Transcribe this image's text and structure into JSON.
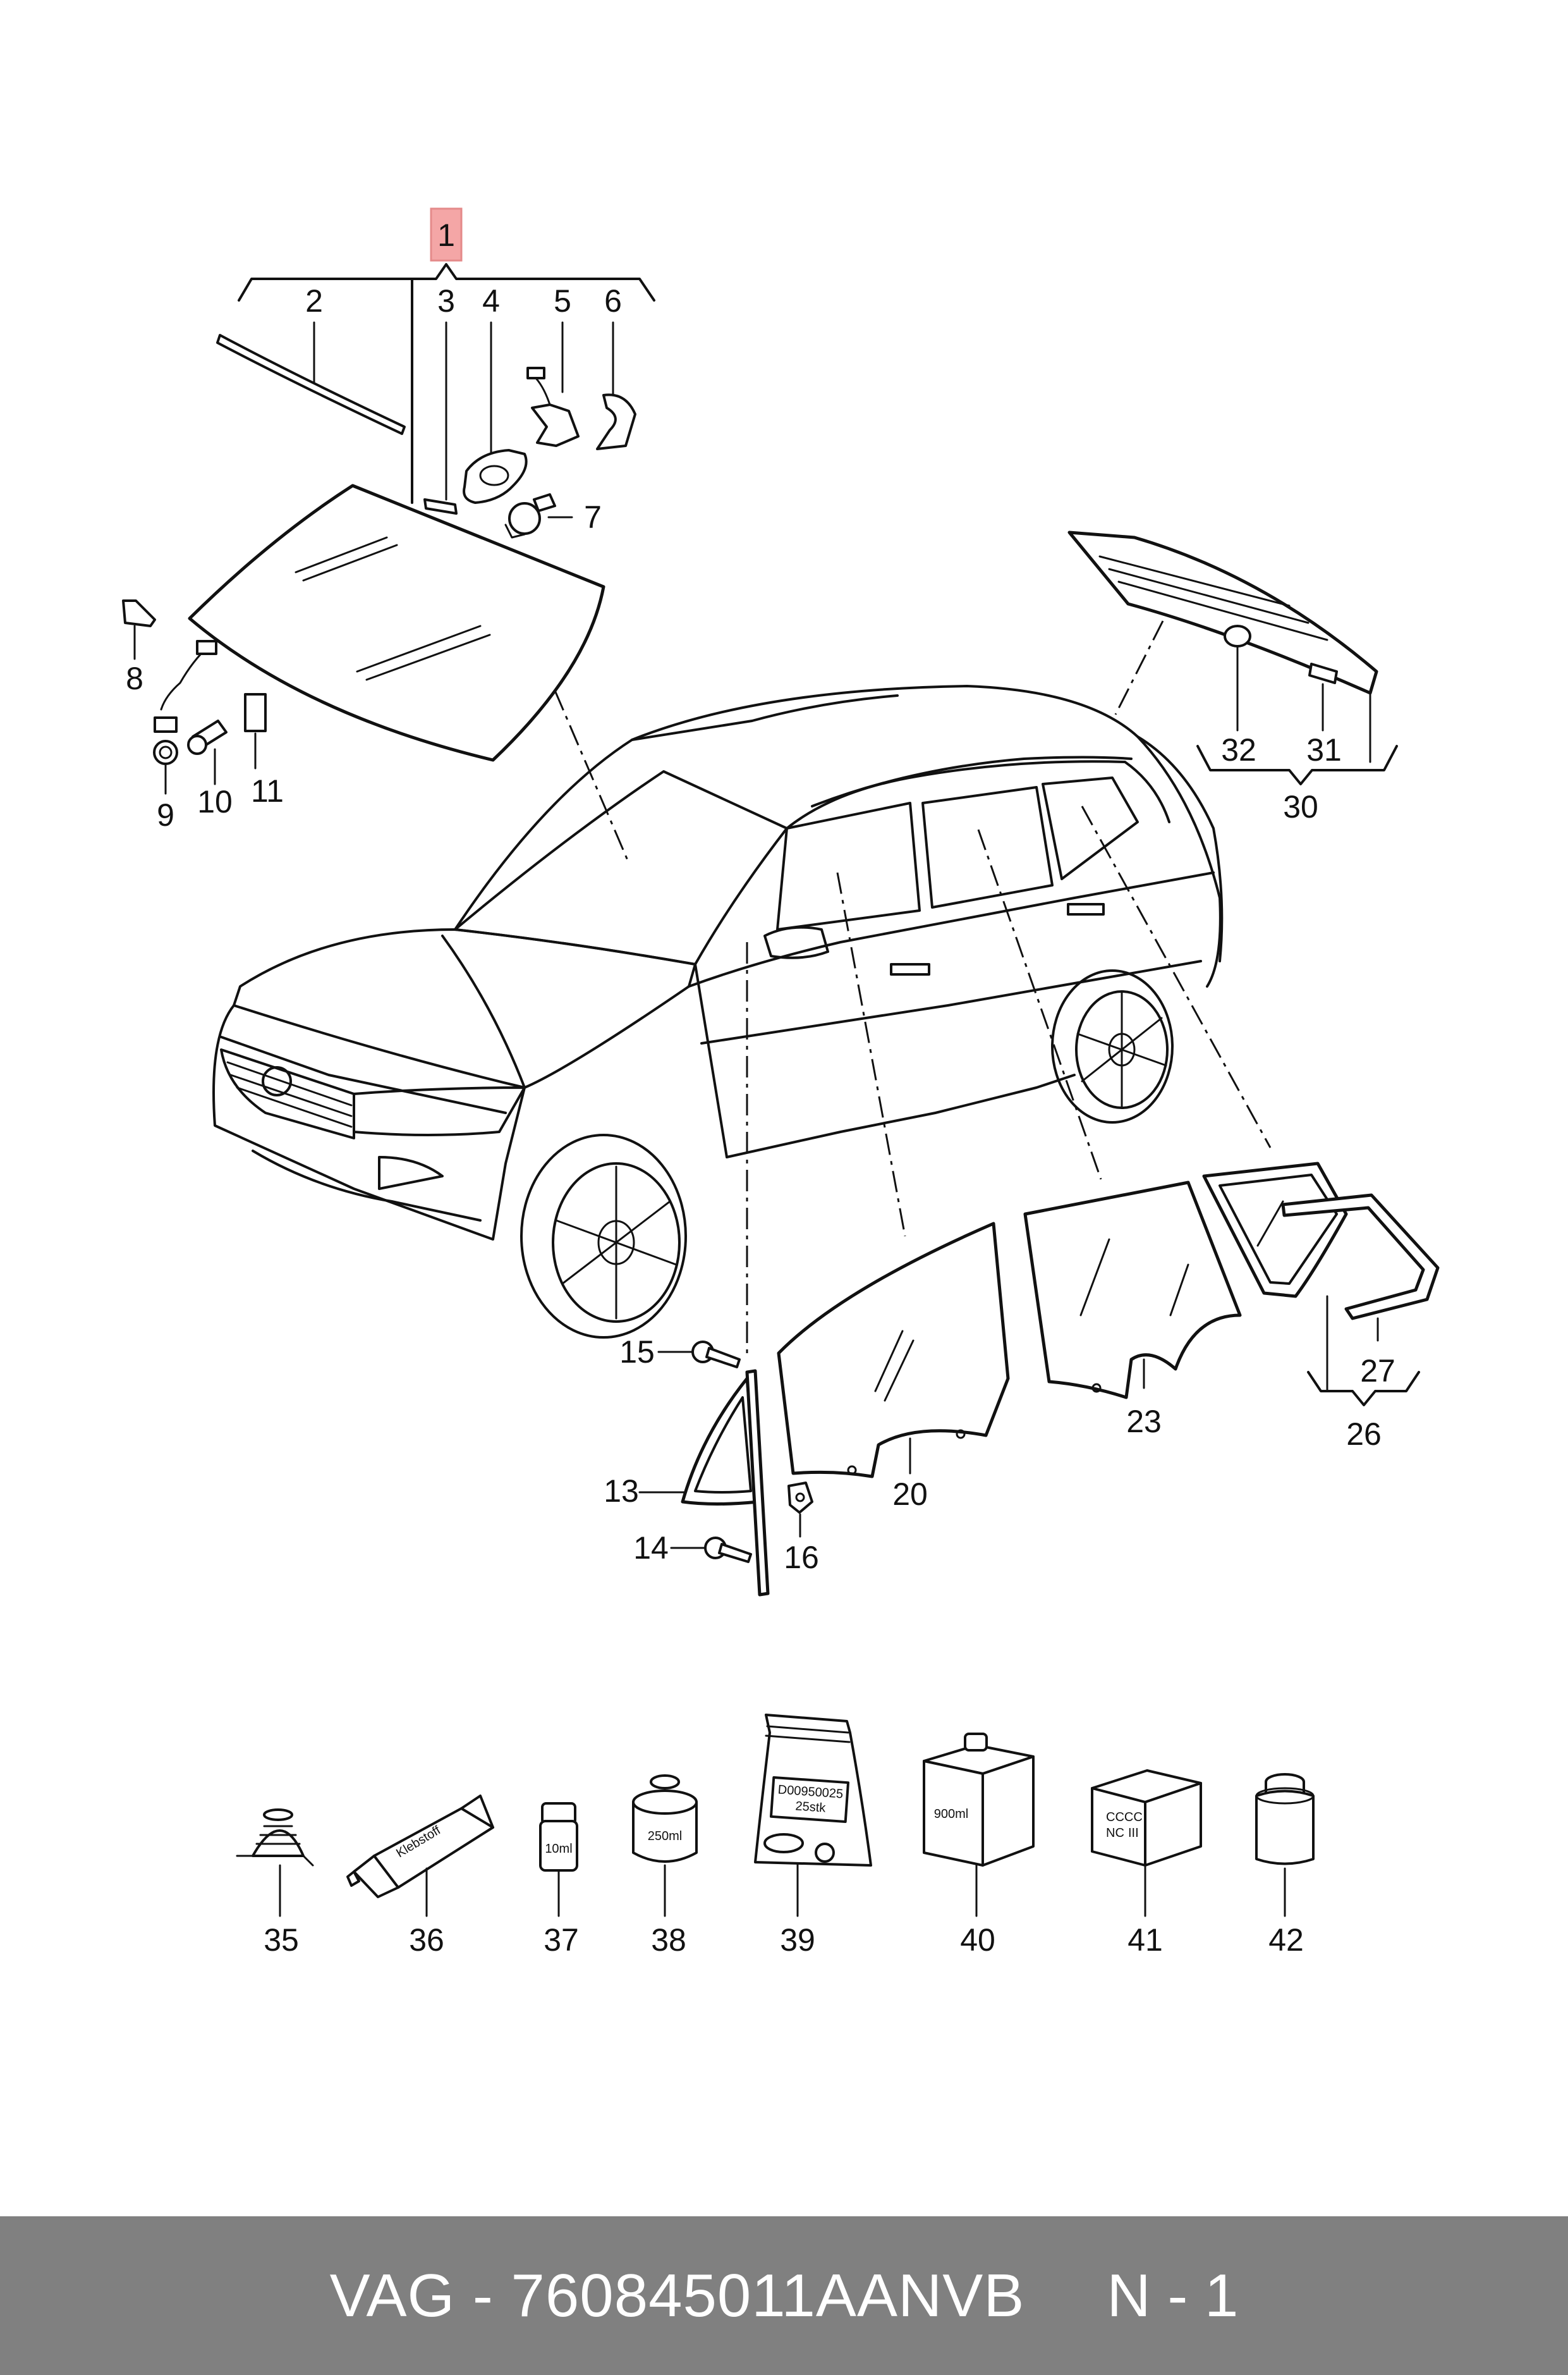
{
  "callouts": {
    "c1": "1",
    "c2": "2",
    "c3": "3",
    "c4": "4",
    "c5": "5",
    "c6": "6",
    "c7": "7",
    "c8": "8",
    "c9": "9",
    "c10": "10",
    "c11": "11",
    "c13": "13",
    "c14": "14",
    "c15": "15",
    "c16": "16",
    "c20": "20",
    "c23": "23",
    "c26": "26",
    "c27": "27",
    "c30": "30",
    "c31": "31",
    "c32": "32",
    "c35": "35",
    "c36": "36",
    "c37": "37",
    "c38": "38",
    "c39": "39",
    "c40": "40",
    "c41": "41",
    "c42": "42"
  },
  "labels": {
    "tube": "Klebstoff",
    "bottle_small": "10ml",
    "can": "250ml",
    "bag_line1": "D00950025",
    "bag_line2": "25stk",
    "box_liquid": "900ml",
    "box_small_line1": "CCCC",
    "box_small_line2": "NC",
    "box_small_line3": "III"
  },
  "highlight_color": "#f4a6a6",
  "footer": {
    "part_number": "VAG - 760845011AANVB",
    "quantity": "N - 1"
  }
}
